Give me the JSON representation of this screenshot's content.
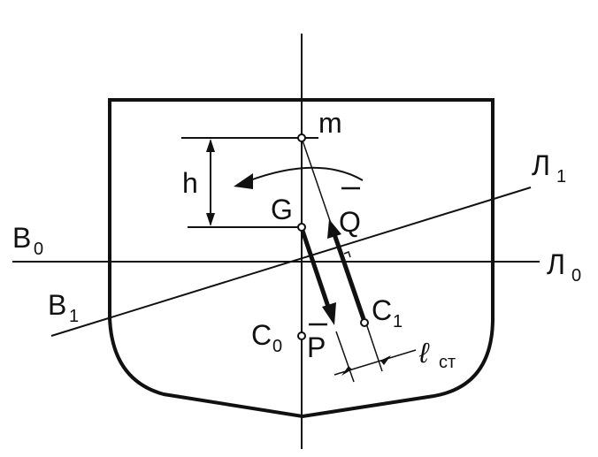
{
  "labels": {
    "m": "m",
    "h": "h",
    "G": "G",
    "Q": "Q",
    "B0_main": "B",
    "B0_sub": "0",
    "B1_main": "B",
    "B1_sub": "1",
    "L0_main": "Л",
    "L0_sub": "0",
    "L1_main": "Л",
    "L1_sub": "1",
    "C0_main": "C",
    "C0_sub": "0",
    "C1_main": "C",
    "C1_sub": "1",
    "P": "P",
    "lst_main": "ℓ",
    "lst_sub": "ст"
  }
}
